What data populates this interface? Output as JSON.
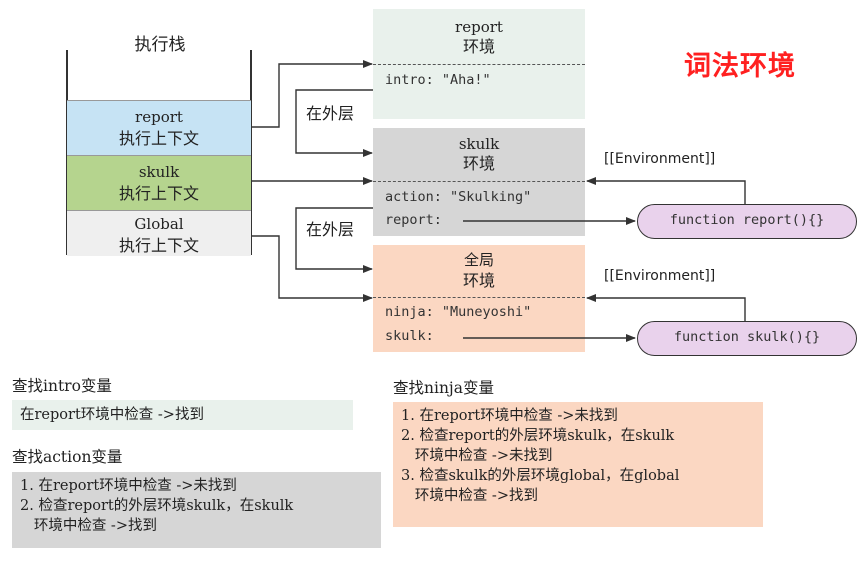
{
  "stack": {
    "title": "执行栈",
    "frames": [
      {
        "line1": "report",
        "line2": "执行上下文",
        "color": "#c6e3f4"
      },
      {
        "line1": "skulk",
        "line2": "执行上下文",
        "color": "#b5d48e"
      },
      {
        "line1": "Global",
        "line2": "执行上下文",
        "color": "#efefef"
      }
    ]
  },
  "environments": {
    "report": {
      "line1": "report",
      "line2": "环境",
      "vars": [
        "intro: \"Aha!\""
      ],
      "color": "#e9f1ec"
    },
    "skulk": {
      "line1": "skulk",
      "line2": "环境",
      "vars": [
        "action: \"Skulking\"",
        "report:"
      ],
      "color": "#d6d6d6"
    },
    "global": {
      "line1": "全局",
      "line2": "环境",
      "vars": [
        "ninja: \"Muneyoshi\"",
        "skulk:"
      ],
      "color": "#fbd7c2"
    }
  },
  "outer_labels": [
    "在外层",
    "在外层"
  ],
  "lexical_title": "词法环境",
  "env_link_labels": [
    "[[Environment]]",
    "[[Environment]]"
  ],
  "functions": [
    "function report(){}",
    "function skulk(){}"
  ],
  "lookups": {
    "intro": {
      "title": "查找intro变量",
      "lines": [
        "在report环境中检查 ->找到"
      ],
      "color": "#e9f1ec"
    },
    "action": {
      "title": "查找action变量",
      "lines": [
        "1. 在report环境中检查 ->未找到",
        "2. 检查report的外层环境skulk，在skulk",
        "   环境中检查 ->找到"
      ],
      "color": "#d6d6d6"
    },
    "ninja": {
      "title": "查找ninja变量",
      "lines": [
        "1. 在report环境中检查 ->未找到",
        "2. 检查report的外层环境skulk，在skulk",
        "   环境中检查 ->未找到",
        "3. 检查skulk的外层环境global，在global",
        "   环境中检查 ->找到"
      ],
      "color": "#fbd7c2"
    }
  },
  "colors": {
    "arrow": "#333333",
    "lexical_title": "#ff2020",
    "function_fill": "#e9d2ec"
  }
}
